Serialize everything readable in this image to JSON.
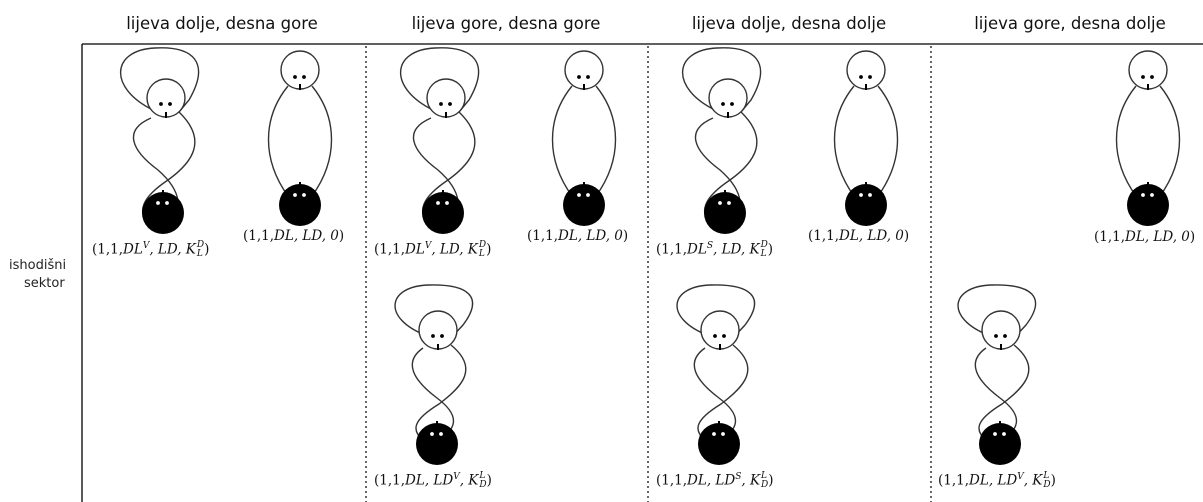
{
  "headers": [
    "lijeva dolje, desna gore",
    "lijeva gore, desna gore",
    "lijeva dolje, desna dolje",
    "lijeva gore, desna dolje"
  ],
  "row_label": [
    "ishodišni",
    "sektor"
  ],
  "labels": [
    {
      "pre": "(1,1,",
      "a": "DL",
      "a_sup": "V",
      "b": ", LD",
      "b_sup": "",
      "c": ", K",
      "c_sup": "D",
      "c_sub": "L",
      "post": ")"
    },
    {
      "pre": "(1,1,",
      "a": "DL",
      "a_sup": "",
      "b": ", LD",
      "b_sup": "",
      "c": ", 0",
      "c_sup": "",
      "c_sub": "",
      "post": ")"
    },
    {
      "pre": "(1,1,",
      "a": "DL",
      "a_sup": "V",
      "b": ", LD",
      "b_sup": "",
      "c": ", K",
      "c_sup": "D",
      "c_sub": "L",
      "post": ")"
    },
    {
      "pre": "(1,1,",
      "a": "DL",
      "a_sup": "",
      "b": ", LD",
      "b_sup": "",
      "c": ", 0",
      "c_sup": "",
      "c_sub": "",
      "post": ")"
    },
    {
      "pre": "(1,1,",
      "a": "DL",
      "a_sup": "S",
      "b": ", LD",
      "b_sup": "",
      "c": ", K",
      "c_sup": "D",
      "c_sub": "L",
      "post": ")"
    },
    {
      "pre": "(1,1,",
      "a": "DL",
      "a_sup": "",
      "b": ", LD",
      "b_sup": "",
      "c": ", 0",
      "c_sup": "",
      "c_sub": "",
      "post": ")"
    },
    {
      "pre": "(1,1,",
      "a": "DL",
      "a_sup": "",
      "b": ", LD",
      "b_sup": "",
      "c": ", 0",
      "c_sup": "",
      "c_sub": "",
      "post": ")"
    },
    {
      "pre": "(1,1,",
      "a": "DL",
      "a_sup": "",
      "b": ", LD",
      "b_sup": "V",
      "c": ", K",
      "c_sup": "L",
      "c_sub": "D",
      "post": ")"
    },
    {
      "pre": "(1,1,",
      "a": "DL",
      "a_sup": "",
      "b": ", LD",
      "b_sup": "S",
      "c": ", K",
      "c_sup": "L",
      "c_sub": "D",
      "post": ")"
    },
    {
      "pre": "(1,1,",
      "a": "DL",
      "a_sup": "",
      "b": ", LD",
      "b_sup": "V",
      "c": ", K",
      "c_sup": "L",
      "c_sub": "D",
      "post": ")"
    }
  ],
  "colors": {
    "line": "#333333",
    "head_fill": "#000000",
    "frame": "#000000"
  }
}
